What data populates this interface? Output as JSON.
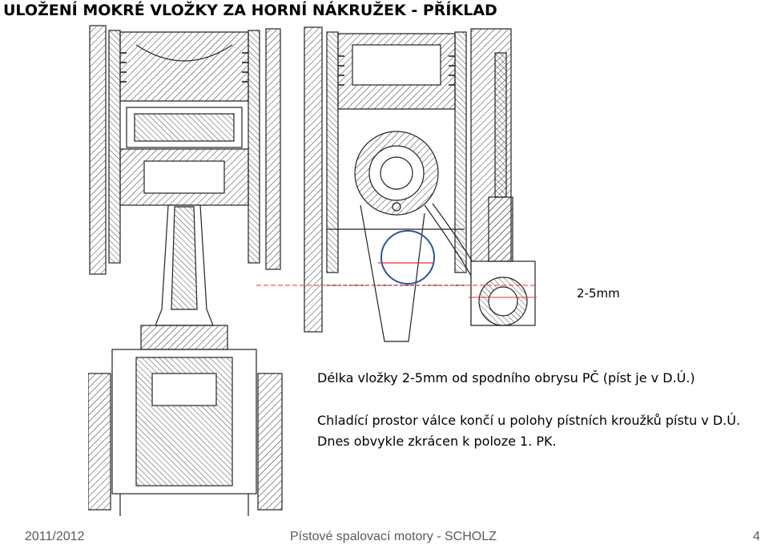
{
  "slide": {
    "title": "ULOŽENÍ  MOKRÉ VLOŽKY ZA HORNÍ NÁKRUŽEK - PŘÍKLAD",
    "dimension_label": "2-5mm",
    "text_lines": [
      "Délka vložky 2-5mm od spodního obrysu PČ (píst je v D.Ú.)",
      "Chladící prostor válce končí u polohy pístních kroužků pístu v D.Ú.",
      "Dnes obvykle zkrácen k poloze 1. PK."
    ],
    "footer": {
      "left": "2011/2012",
      "center": "Pístové spalovací motory -  SCHOLZ",
      "right": "4"
    },
    "colors": {
      "highlight_circle": "#2f5597",
      "marker_red": "#e03030",
      "drawing_lines": "#222222"
    }
  }
}
